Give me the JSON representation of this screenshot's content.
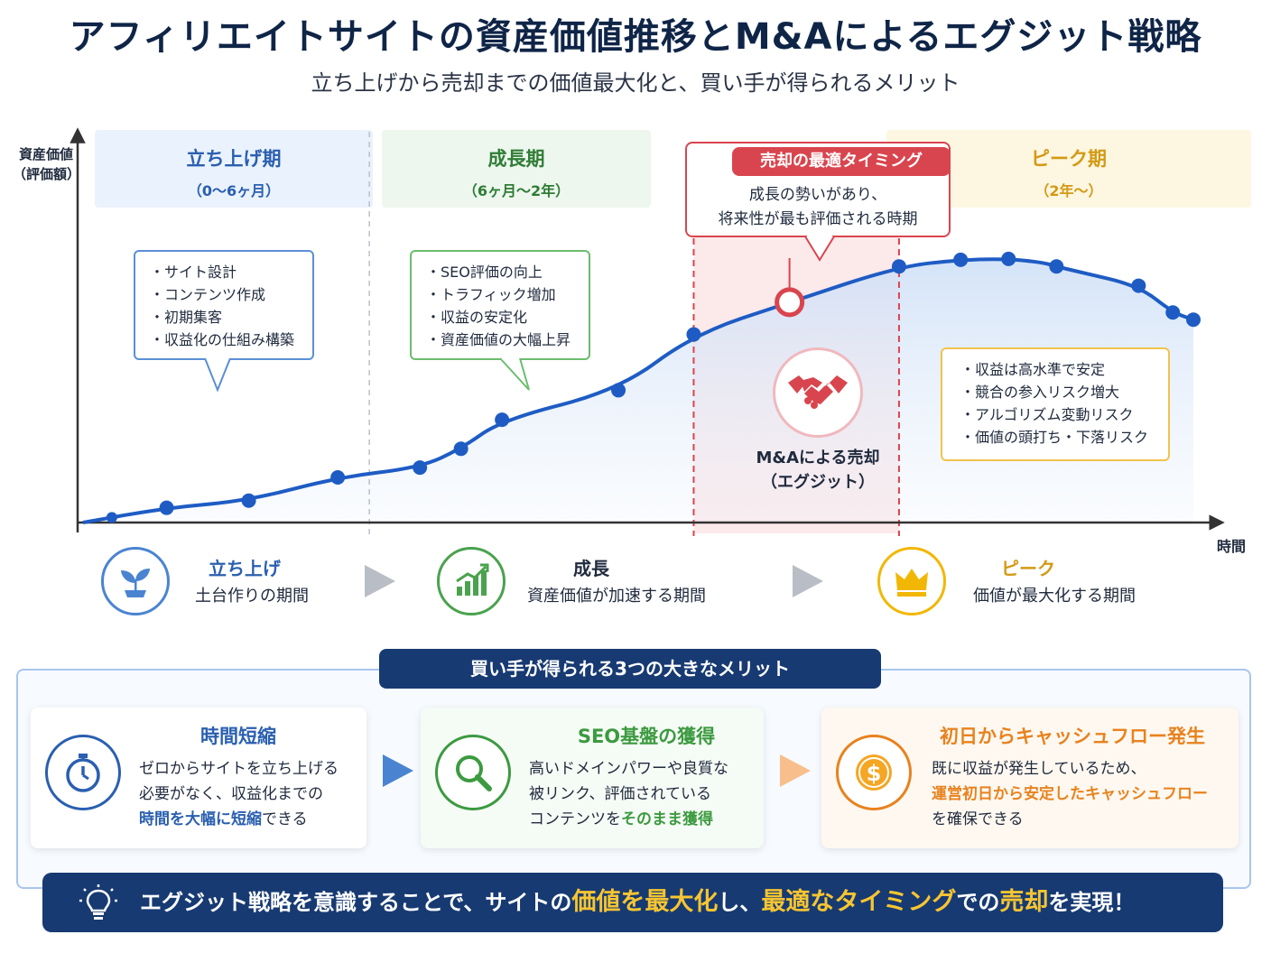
{
  "title": "アフィリエイトサイトの資産価値推移とM&Aによるエグジット戦略",
  "subtitle": "立ち上げから売却までの価値最大化と、買い手が得られるメリット",
  "axes": {
    "y_label_line1": "資産価値",
    "y_label_line2": "（評価額）",
    "x_label": "時間"
  },
  "phases": {
    "startup": {
      "name": "立ち上げ期",
      "range": "（0〜6ヶ月）"
    },
    "growth": {
      "name": "成長期",
      "range": "（6ヶ月〜2年）"
    },
    "peak": {
      "name": "ピーク期",
      "range": "（2年〜）"
    }
  },
  "bubbles": {
    "startup": [
      "・サイト設計",
      "・コンテンツ作成",
      "・初期集客",
      "・収益化の仕組み構築"
    ],
    "growth": [
      "・SEO評価の向上",
      "・トラフィック増加",
      "・収益の安定化",
      "・資産価値の大幅上昇"
    ],
    "peak": [
      "・収益は高水準で安定",
      "・競合の参入リスク増大",
      "・アルゴリズム変動リスク",
      "・価値の頭打ち・下落リスク"
    ]
  },
  "timing": {
    "tag": "売却の最適タイミング",
    "desc_line1": "成長の勢いがあり、",
    "desc_line2": "将来性が最も評価される時期"
  },
  "exit": {
    "line1": "M&Aによる売却",
    "line2": "（エグジット）"
  },
  "stages": [
    {
      "name": "立ち上げ",
      "desc": "土台作りの期間",
      "icon": "sprout-icon"
    },
    {
      "name": "成長",
      "desc": "資産価値が加速する期間",
      "icon": "growth-chart-icon"
    },
    {
      "name": "ピーク",
      "desc": "価値が最大化する期間",
      "icon": "crown-icon"
    }
  ],
  "benefits": {
    "header": "買い手が得られる3つの大きなメリット",
    "cards": [
      {
        "title": "時間短縮",
        "line1": "ゼロからサイトを立ち上げる",
        "line2": "必要がなく、収益化までの",
        "line3_hl1": "時間を大幅に短縮",
        "line3_rest": "できる",
        "icon": "stopwatch-icon"
      },
      {
        "title": "SEO基盤の獲得",
        "line1": "高いドメインパワーや良質な",
        "line2": "被リンク、評価されている",
        "line3_pre": "コンテンツを",
        "line3_hl": "そのまま獲得",
        "icon": "magnifier-icon"
      },
      {
        "title": "初日からキャッシュフロー発生",
        "line1": "既に収益が発生しているため、",
        "line2_hl": "運営初日から安定したキャッシュフロー",
        "line3": "を確保できる",
        "icon": "dollar-coin-icon"
      }
    ]
  },
  "banner": {
    "p1": "エグジット戦略を意識することで、サイトの",
    "h1": "価値を最大化",
    "p2": "し、",
    "h2": "最適なタイミング",
    "p3": "での",
    "h3": "売却",
    "p4": "を実現！",
    "icon": "lightbulb-icon"
  },
  "colors": {
    "navy": "#173a72",
    "blue": "#2a5fb0",
    "green": "#3c9a40",
    "gold": "#f2b705",
    "red": "#d9454e",
    "orange": "#e8821e"
  },
  "chart_data": {
    "type": "line",
    "x": [
      0.08,
      1.3,
      2.5,
      3.8,
      5.0,
      5.6,
      6.2,
      7.9,
      9.0,
      10.4,
      12.0,
      12.9,
      13.6,
      14.1,
      14.3,
      14.6,
      15.5,
      16.0,
      16.3
    ],
    "y": [
      0,
      3.3,
      4.9,
      10.1,
      12.3,
      16.5,
      23.0,
      29.6,
      42.1,
      49.3,
      57.3,
      58.8,
      59.0,
      58.2,
      57.3,
      56.2,
      53.0,
      47.0,
      45.4
    ],
    "markers_x": [
      0.5,
      1.3,
      2.5,
      3.8,
      5.0,
      5.6,
      6.2,
      7.9,
      9.0,
      10.4,
      12.0,
      12.9,
      13.6,
      14.3,
      15.5,
      16.0,
      16.3
    ],
    "optimal_point_x": 10.4,
    "xlim": [
      0,
      16.3
    ],
    "ylim": [
      0,
      62
    ],
    "phase_boundaries_x": [
      3.8,
      9.0
    ],
    "optimal_window_x": [
      9.0,
      12.0
    ],
    "grid": false,
    "scale_note": "relative"
  }
}
